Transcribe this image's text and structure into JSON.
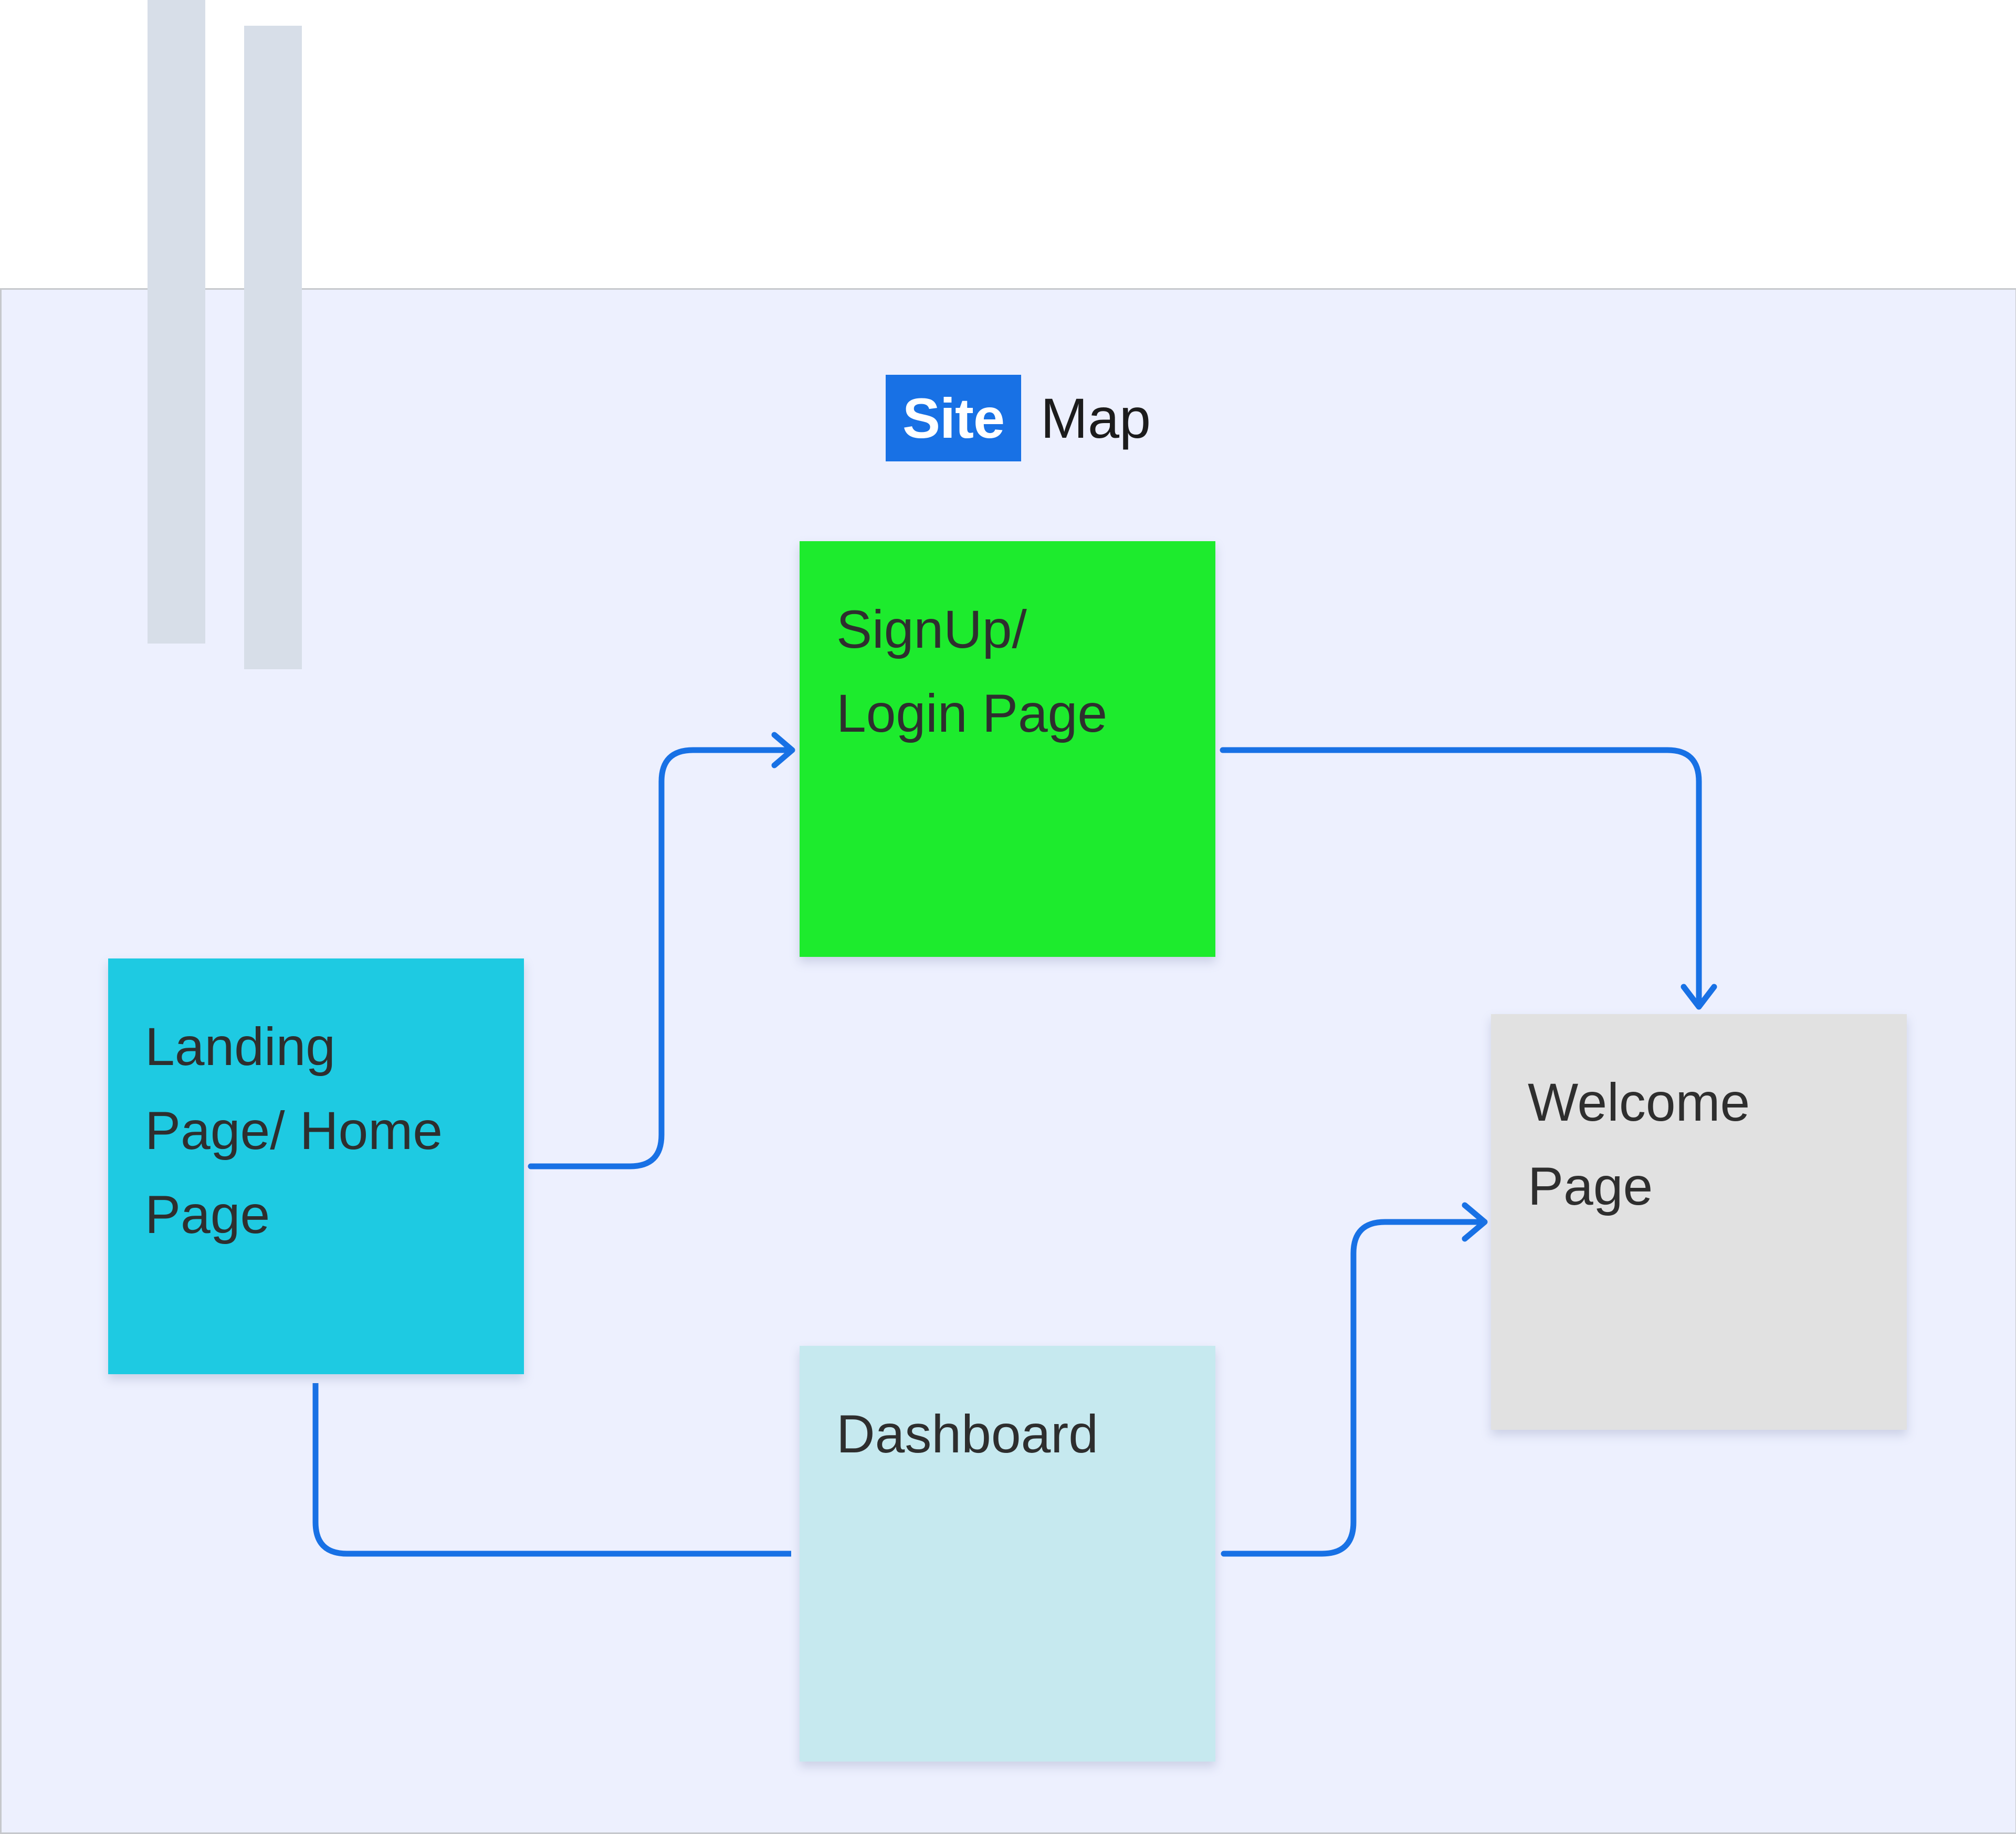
{
  "title": {
    "highlight": "Site",
    "rest": "Map"
  },
  "colors": {
    "background": "#edf0fe",
    "accent": "#1871e5",
    "decor_bar": "#d7dee8"
  },
  "nodes": [
    {
      "id": "landing",
      "label": "Landing\nPage/ Home\nPage",
      "color": "#1ecae2"
    },
    {
      "id": "signup",
      "label": "SignUp/\nLogin Page",
      "color": "#1deb2d"
    },
    {
      "id": "welcome",
      "label": "Welcome\nPage",
      "color": "#e1e1e1"
    },
    {
      "id": "dashboard",
      "label": "Dashboard",
      "color": "#c6e9ef"
    }
  ],
  "edges": [
    {
      "from": "landing",
      "to": "signup",
      "arrow": true
    },
    {
      "from": "signup",
      "to": "welcome",
      "arrow": true
    },
    {
      "from": "landing",
      "to": "dashboard",
      "arrow": false
    },
    {
      "from": "dashboard",
      "to": "welcome",
      "arrow": true
    }
  ]
}
